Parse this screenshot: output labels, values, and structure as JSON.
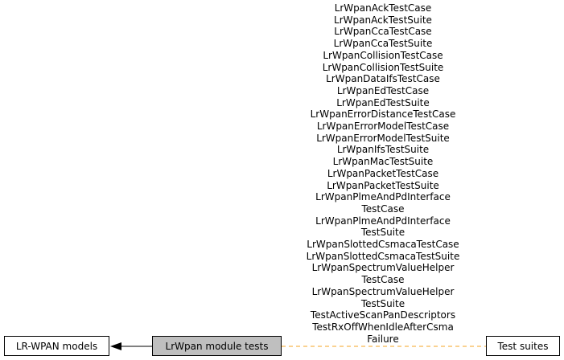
{
  "nodes": {
    "lr_wpan_models": "LR-WPAN models",
    "module_tests": "LrWpan module tests",
    "test_suites": "Test suites"
  },
  "edge_labels": [
    "LrWpanAckTestCase",
    "LrWpanAckTestSuite",
    "LrWpanCcaTestCase",
    "LrWpanCcaTestSuite",
    "LrWpanCollisionTestCase",
    "LrWpanCollisionTestSuite",
    "LrWpanDataIfsTestCase",
    "LrWpanEdTestCase",
    "LrWpanEdTestSuite",
    "LrWpanErrorDistanceTestCase",
    "LrWpanErrorModelTestCase",
    "LrWpanErrorModelTestSuite",
    "LrWpanIfsTestSuite",
    "LrWpanMacTestSuite",
    "LrWpanPacketTestCase",
    "LrWpanPacketTestSuite",
    "LrWpanPlmeAndPdInterface",
    "TestCase",
    "LrWpanPlmeAndPdInterface",
    "TestSuite",
    "LrWpanSlottedCsmacaTestCase",
    "LrWpanSlottedCsmacaTestSuite",
    "LrWpanSpectrumValueHelper",
    "TestCase",
    "LrWpanSpectrumValueHelper",
    "TestSuite",
    "TestActiveScanPanDescriptors",
    "TestRxOffWhenIdleAfterCsma",
    "Failure"
  ],
  "colors": {
    "highlight_fill": "#bfbfbf",
    "dashed_edge": "#f5a623",
    "solid_edge": "#000000"
  }
}
